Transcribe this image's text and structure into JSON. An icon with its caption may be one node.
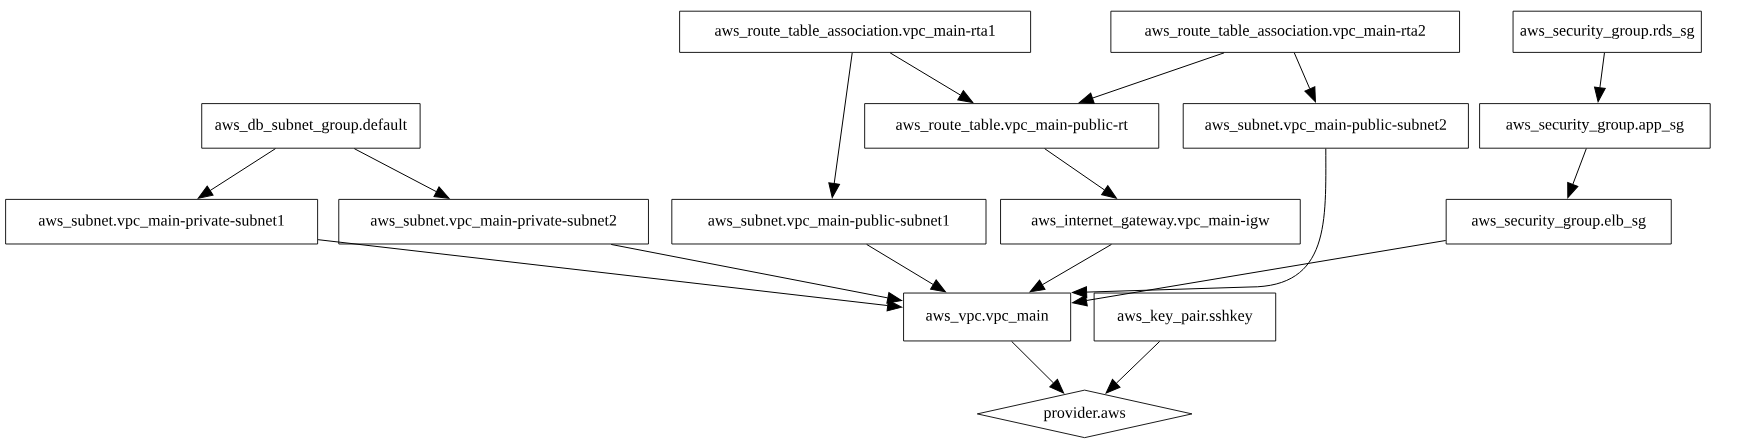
{
  "diagram": {
    "nodes": [
      {
        "text": [
          "aws_route_table_association.vpc_main-rta1"
        ]
      },
      {
        "text": [
          "aws_route_table_association.vpc_main-rta2"
        ]
      },
      {
        "text": [
          "aws_security_group.rds_sg"
        ]
      },
      {
        "text": [
          "aws_db_subnet_group.default"
        ]
      },
      {
        "text": [
          "aws_route_table.vpc_main-public-rt"
        ]
      },
      {
        "text": [
          "aws_subnet.vpc_main-public-subnet2"
        ]
      },
      {
        "text": [
          "aws_security_group.app_sg"
        ]
      },
      {
        "text": [
          "aws_subnet.vpc_main-private-subnet1"
        ]
      },
      {
        "text": [
          "aws_subnet.vpc_main-private-subnet2"
        ]
      },
      {
        "text": [
          "aws_subnet.vpc_main-public-subnet1"
        ]
      },
      {
        "text": [
          "aws_internet_gateway.vpc_main-igw"
        ]
      },
      {
        "text": [
          "aws_security_group.elb_sg"
        ]
      },
      {
        "text": [
          "aws_vpc.vpc_main"
        ]
      },
      {
        "text": [
          "aws_key_pair.sshkey"
        ]
      },
      {
        "text": [
          "provider.aws"
        ]
      }
    ],
    "edges": [
      {
        "from": 3,
        "to": 7,
        "arrow": "to"
      },
      {
        "from": 3,
        "to": 8,
        "arrow": "to"
      },
      {
        "from": 0,
        "to": 9,
        "arrow": "to"
      },
      {
        "from": 0,
        "to": 4,
        "arrow": "to"
      },
      {
        "from": 1,
        "to": 4,
        "arrow": "to"
      },
      {
        "from": 1,
        "to": 5,
        "arrow": "to"
      },
      {
        "from": 2,
        "to": 6,
        "arrow": "to"
      },
      {
        "from": 4,
        "to": 10,
        "arrow": "to"
      },
      {
        "from": 6,
        "to": 11,
        "arrow": "to"
      },
      {
        "from": 7,
        "to": 12,
        "arrow": "to"
      },
      {
        "from": 8,
        "to": 12,
        "arrow": "to"
      },
      {
        "from": 9,
        "to": 12,
        "arrow": "to"
      },
      {
        "from": 10,
        "to": 12,
        "arrow": "to"
      },
      {
        "from": 5,
        "to": 12,
        "arrow": "to"
      },
      {
        "from": 11,
        "to": 12,
        "arrow": "to"
      },
      {
        "from": 12,
        "to": 14,
        "arrow": "to"
      },
      {
        "from": 13,
        "to": 14,
        "arrow": "to"
      }
    ]
  }
}
